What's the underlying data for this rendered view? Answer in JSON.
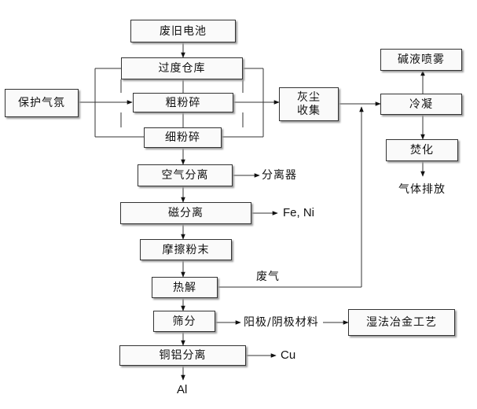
{
  "steps": {
    "waste_battery": "废旧电池",
    "storage": "过度仓库",
    "coarse_crush": "粗粉碎",
    "fine_crush": "细粉碎",
    "air_separation": "空气分离",
    "magnetic_separation": "磁分离",
    "friction_powder": "摩擦粉末",
    "pyrolysis": "热解",
    "screening": "筛分",
    "cu_al_separation": "铜铝分离",
    "protective_gas": "保护气氛",
    "dust_collection_line1": "灰尘",
    "dust_collection_line2": "收集",
    "condensation": "冷凝",
    "alkali_spray": "碱液喷雾",
    "incineration": "焚化",
    "hydrometallurgy": "湿法冶金工艺"
  },
  "outputs": {
    "separator": "分离器",
    "fe_ni": "Fe, Ni",
    "waste_gas": "废气",
    "electrode_material": "阳极/阴极材料",
    "cu": "Cu",
    "al": "Al",
    "gas_emission": "气体排放"
  }
}
